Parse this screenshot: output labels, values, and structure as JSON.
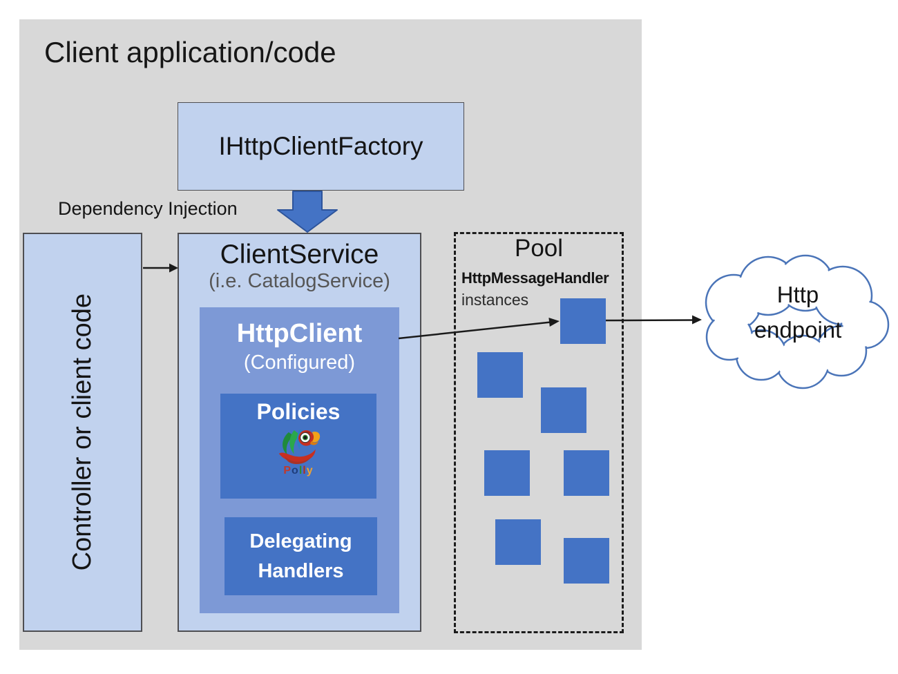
{
  "diagram": {
    "title": "Client application/code",
    "factory": {
      "label": "IHttpClientFactory"
    },
    "dependency_injection_label": "Dependency Injection",
    "controller_box": {
      "label": "Controller or client code"
    },
    "client_service": {
      "title": "ClientService",
      "subtitle": "(i.e. CatalogService)",
      "http_client": {
        "title": "HttpClient",
        "subtitle": "(Configured)",
        "policies": {
          "label": "Policies",
          "logo": {
            "name": "Polly",
            "letters": [
              {
                "char": "P",
                "color": "#c0392b"
              },
              {
                "char": "o",
                "color": "#1f3d7a"
              },
              {
                "char": "l",
                "color": "#2e8b33"
              },
              {
                "char": "l",
                "color": "#a93226"
              },
              {
                "char": "y",
                "color": "#f0a330"
              }
            ]
          }
        },
        "delegating_handlers": {
          "label": "Delegating Handlers"
        }
      }
    },
    "pool": {
      "title": "Pool",
      "subtitle_bold": "HttpMessageHandler",
      "subtitle": "instances",
      "instances_shown": 7
    },
    "endpoint": {
      "line1": "Http",
      "line2": "endpoint"
    },
    "colors": {
      "stage_background": "#d8d8d8",
      "box_light_blue": "#c1d2ee",
      "box_medium_blue": "#7d99d6",
      "box_dark_blue": "#4473c5",
      "di_arrow_fill": "#4473c5",
      "di_arrow_stroke": "#2d549b",
      "thin_arrow": "#1a1a1a",
      "cloud_stroke": "#4a74b8"
    }
  }
}
